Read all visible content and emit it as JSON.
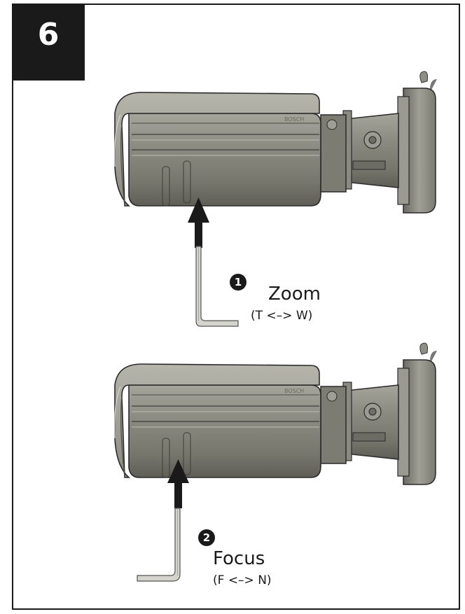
{
  "step": {
    "number": "6"
  },
  "brand_mark": "BOSCH",
  "panels": [
    {
      "badge": "1",
      "title": "Zoom",
      "subtitle": "(T <–> W)"
    },
    {
      "badge": "2",
      "title": "Focus",
      "subtitle": "(F <–> N)"
    }
  ],
  "colors": {
    "ink": "#1a1a1a",
    "camera_body": "#8a8a80",
    "camera_dark": "#5f5f57",
    "camera_light": "#b9b9b0"
  }
}
